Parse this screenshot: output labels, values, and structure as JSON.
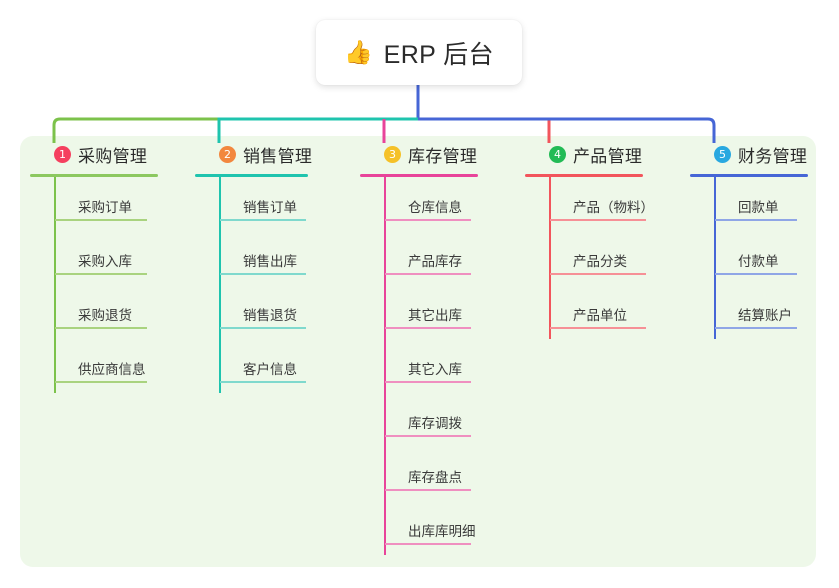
{
  "root": {
    "icon": "thumbs-up-icon",
    "icon_glyph": "👍",
    "title": "ERP 后台"
  },
  "panel": {
    "background_color": "#eef8e9"
  },
  "columns": [
    {
      "number": "1",
      "badge_color": "#f5405f",
      "line_color": "#7cc24b",
      "rule_color": "#8cc860",
      "leaf_rule_color": "#a9d37f",
      "title": "采购管理",
      "items": [
        {
          "label": "采购订单"
        },
        {
          "label": "采购入库"
        },
        {
          "label": "采购退货"
        },
        {
          "label": "供应商信息"
        }
      ]
    },
    {
      "number": "2",
      "badge_color": "#f2873e",
      "line_color": "#1fc4ae",
      "rule_color": "#1fc4ae",
      "leaf_rule_color": "#7fd9cd",
      "title": "销售管理",
      "items": [
        {
          "label": "销售订单"
        },
        {
          "label": "销售出库"
        },
        {
          "label": "销售退货"
        },
        {
          "label": "客户信息"
        }
      ]
    },
    {
      "number": "3",
      "badge_color": "#f5c128",
      "line_color": "#e8449a",
      "rule_color": "#e8449a",
      "leaf_rule_color": "#ef8fc0",
      "title": "库存管理",
      "items": [
        {
          "label": "仓库信息"
        },
        {
          "label": "产品库存"
        },
        {
          "label": "其它出库"
        },
        {
          "label": "其它入库"
        },
        {
          "label": "库存调拨"
        },
        {
          "label": "库存盘点"
        },
        {
          "label": "出库库明细"
        }
      ]
    },
    {
      "number": "4",
      "badge_color": "#22bb55",
      "line_color": "#f2555c",
      "rule_color": "#f2555c",
      "leaf_rule_color": "#f69096",
      "title": "产品管理",
      "items": [
        {
          "label": "产品（物料）"
        },
        {
          "label": "产品分类"
        },
        {
          "label": "产品单位"
        }
      ]
    },
    {
      "number": "5",
      "badge_color": "#29a8e0",
      "line_color": "#4666d6",
      "rule_color": "#4666d6",
      "leaf_rule_color": "#8fa6e6",
      "title": "财务管理",
      "items": [
        {
          "label": "回款单"
        },
        {
          "label": "付款单"
        },
        {
          "label": "结算账户"
        }
      ]
    }
  ],
  "connectors": {
    "trunk_color": "#4666d6",
    "segments": [
      {
        "name": "segment-1",
        "color": "#7cc24b"
      },
      {
        "name": "segment-2",
        "color": "#1fc4ae"
      },
      {
        "name": "segment-3",
        "color": "#e8449a"
      },
      {
        "name": "segment-4",
        "color": "#f2555c"
      },
      {
        "name": "segment-5",
        "color": "#4666d6"
      }
    ]
  }
}
